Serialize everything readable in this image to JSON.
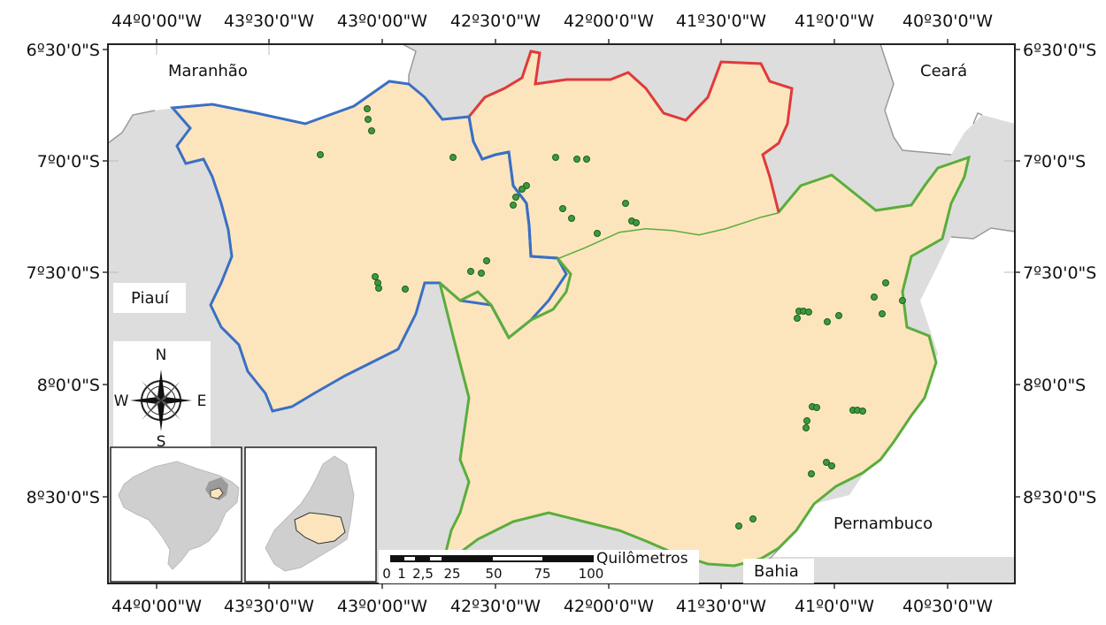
{
  "grid": {
    "lon_top": [
      "44º0'00\"W",
      "43º30'0\"W",
      "43º0'00\"W",
      "42º30'0\"W",
      "42º00'0\"W",
      "41º30'0\"W",
      "41º0'0\"W",
      "40º30'0\"W"
    ],
    "lon_bottom": [
      "44º0'00\"W",
      "43º30'0\"W",
      "43º0'00\"W",
      "42º30'0\"W",
      "42º00'0\"W",
      "41º30'0\"W",
      "41º0'0\"W",
      "40º30'0\"W"
    ],
    "lat_left": [
      "6º30'0\"S",
      "7º0'0\"S",
      "7º30'0\"S",
      "8º0'0\"S",
      "8º30'0\"S"
    ],
    "lat_right": [
      "6º30'0\"S",
      "7º0'0\"S",
      "7º30'0\"S",
      "8º0'0\"S",
      "8º30'0\"S"
    ]
  },
  "labels": {
    "maranhao": "Maranhão",
    "ceara": "Ceará",
    "piaui": "Piauí",
    "pernambuco": "Pernambuco",
    "bahia": "Bahia"
  },
  "compass": {
    "n": "N",
    "s": "S",
    "e": "E",
    "w": "W"
  },
  "scale": {
    "unit": "Quilômetros",
    "ticks": [
      "0",
      "1",
      "2,5",
      "25",
      "50",
      "75",
      "100"
    ]
  },
  "colors": {
    "study_area_fill": "#fce5bd",
    "background_gray": "#dddddd",
    "blue_region": "#3a6fc4",
    "red_region": "#e03a3a",
    "green_region": "#5aad3c",
    "points": "#3c9a3c",
    "state_border": "#9a9a9a"
  }
}
